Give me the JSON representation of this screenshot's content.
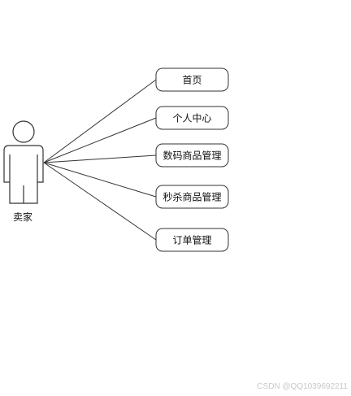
{
  "actor": {
    "label": "卖家"
  },
  "use_cases": [
    {
      "label": "首页"
    },
    {
      "label": "个人中心"
    },
    {
      "label": "数码商品管理"
    },
    {
      "label": "秒杀商品管理"
    },
    {
      "label": "订单管理"
    }
  ],
  "watermark": "CSDN @QQ1039692211",
  "colors": {
    "stroke": "#333333",
    "fill": "#ffffff"
  }
}
